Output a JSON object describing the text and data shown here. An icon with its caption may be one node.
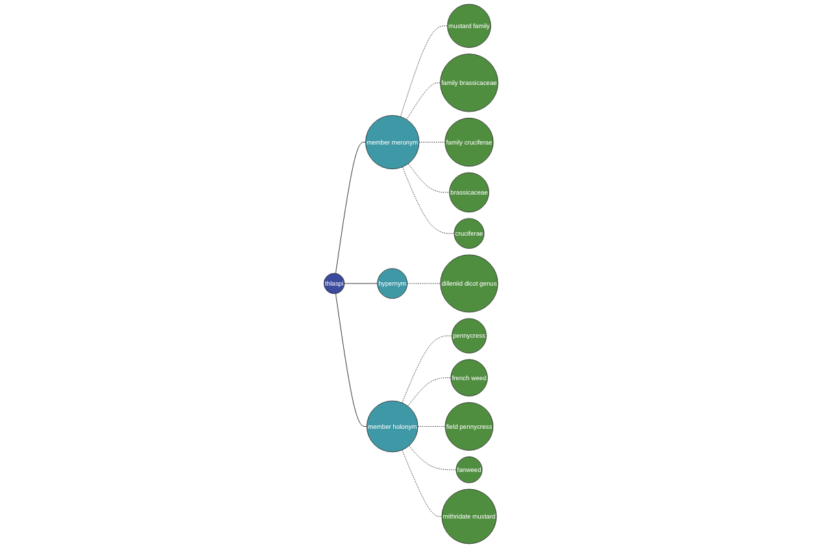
{
  "diagram": {
    "nodes": [
      {
        "text": [
          "thlaspi"
        ]
      },
      {
        "text": [
          "member meronym"
        ]
      },
      {
        "text": [
          "mustard family"
        ]
      },
      {
        "text": [
          "family brassicaceae"
        ]
      },
      {
        "text": [
          "family cruciferae"
        ]
      },
      {
        "text": [
          "brassicaceae"
        ]
      },
      {
        "text": [
          "cruciferae"
        ]
      },
      {
        "text": [
          "hypernym"
        ]
      },
      {
        "text": [
          "dilleniid dicot genus"
        ]
      },
      {
        "text": [
          "member holonym"
        ]
      },
      {
        "text": [
          "pennycress"
        ]
      },
      {
        "text": [
          "french weed"
        ]
      },
      {
        "text": [
          "field pennycress"
        ]
      },
      {
        "text": [
          "fanweed"
        ]
      },
      {
        "text": [
          "mithridate mustard"
        ]
      }
    ],
    "edges": [
      {
        "from": 0,
        "to": 1,
        "arrow": "none"
      },
      {
        "from": 1,
        "to": 2,
        "arrow": "none",
        "style": "dashed"
      },
      {
        "from": 1,
        "to": 3,
        "arrow": "none",
        "style": "dashed"
      },
      {
        "from": 1,
        "to": 4,
        "arrow": "none",
        "style": "dashed"
      },
      {
        "from": 1,
        "to": 5,
        "arrow": "none",
        "style": "dashed"
      },
      {
        "from": 1,
        "to": 6,
        "arrow": "none",
        "style": "dashed"
      },
      {
        "from": 0,
        "to": 7,
        "arrow": "none"
      },
      {
        "from": 7,
        "to": 8,
        "arrow": "none",
        "style": "dashed"
      },
      {
        "from": 0,
        "to": 9,
        "arrow": "none"
      },
      {
        "from": 9,
        "to": 10,
        "arrow": "none",
        "style": "dashed"
      },
      {
        "from": 9,
        "to": 11,
        "arrow": "none",
        "style": "dashed"
      },
      {
        "from": 9,
        "to": 12,
        "arrow": "none",
        "style": "dashed"
      },
      {
        "from": 9,
        "to": 13,
        "arrow": "none",
        "style": "dashed"
      },
      {
        "from": 9,
        "to": 14,
        "arrow": "none",
        "style": "dashed"
      }
    ]
  }
}
